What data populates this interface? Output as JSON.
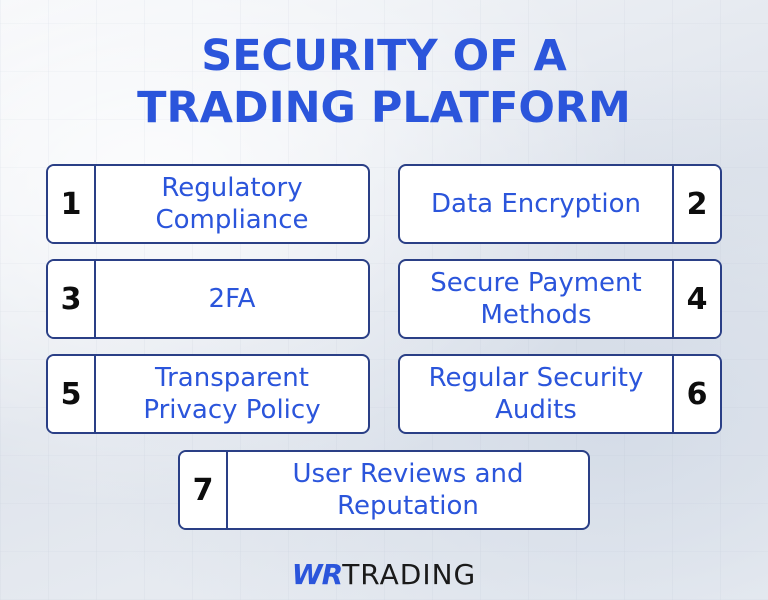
{
  "title": {
    "line1": "SECURITY OF A",
    "line2": "TRADING PLATFORM"
  },
  "items": [
    {
      "number": "1",
      "label": "Regulatory Compliance"
    },
    {
      "number": "2",
      "label": "Data Encryption"
    },
    {
      "number": "3",
      "label": "2FA"
    },
    {
      "number": "4",
      "label": "Secure Payment Methods"
    },
    {
      "number": "5",
      "label": "Transparent Privacy Policy"
    },
    {
      "number": "6",
      "label": "Regular Security Audits"
    },
    {
      "number": "7",
      "label": "User Reviews and Reputation"
    }
  ],
  "logo": {
    "part1": "WR",
    "part2": "TRADING"
  },
  "colors": {
    "title": "#2b55db",
    "border": "#2a3f86",
    "number": "#0d0d0d"
  }
}
